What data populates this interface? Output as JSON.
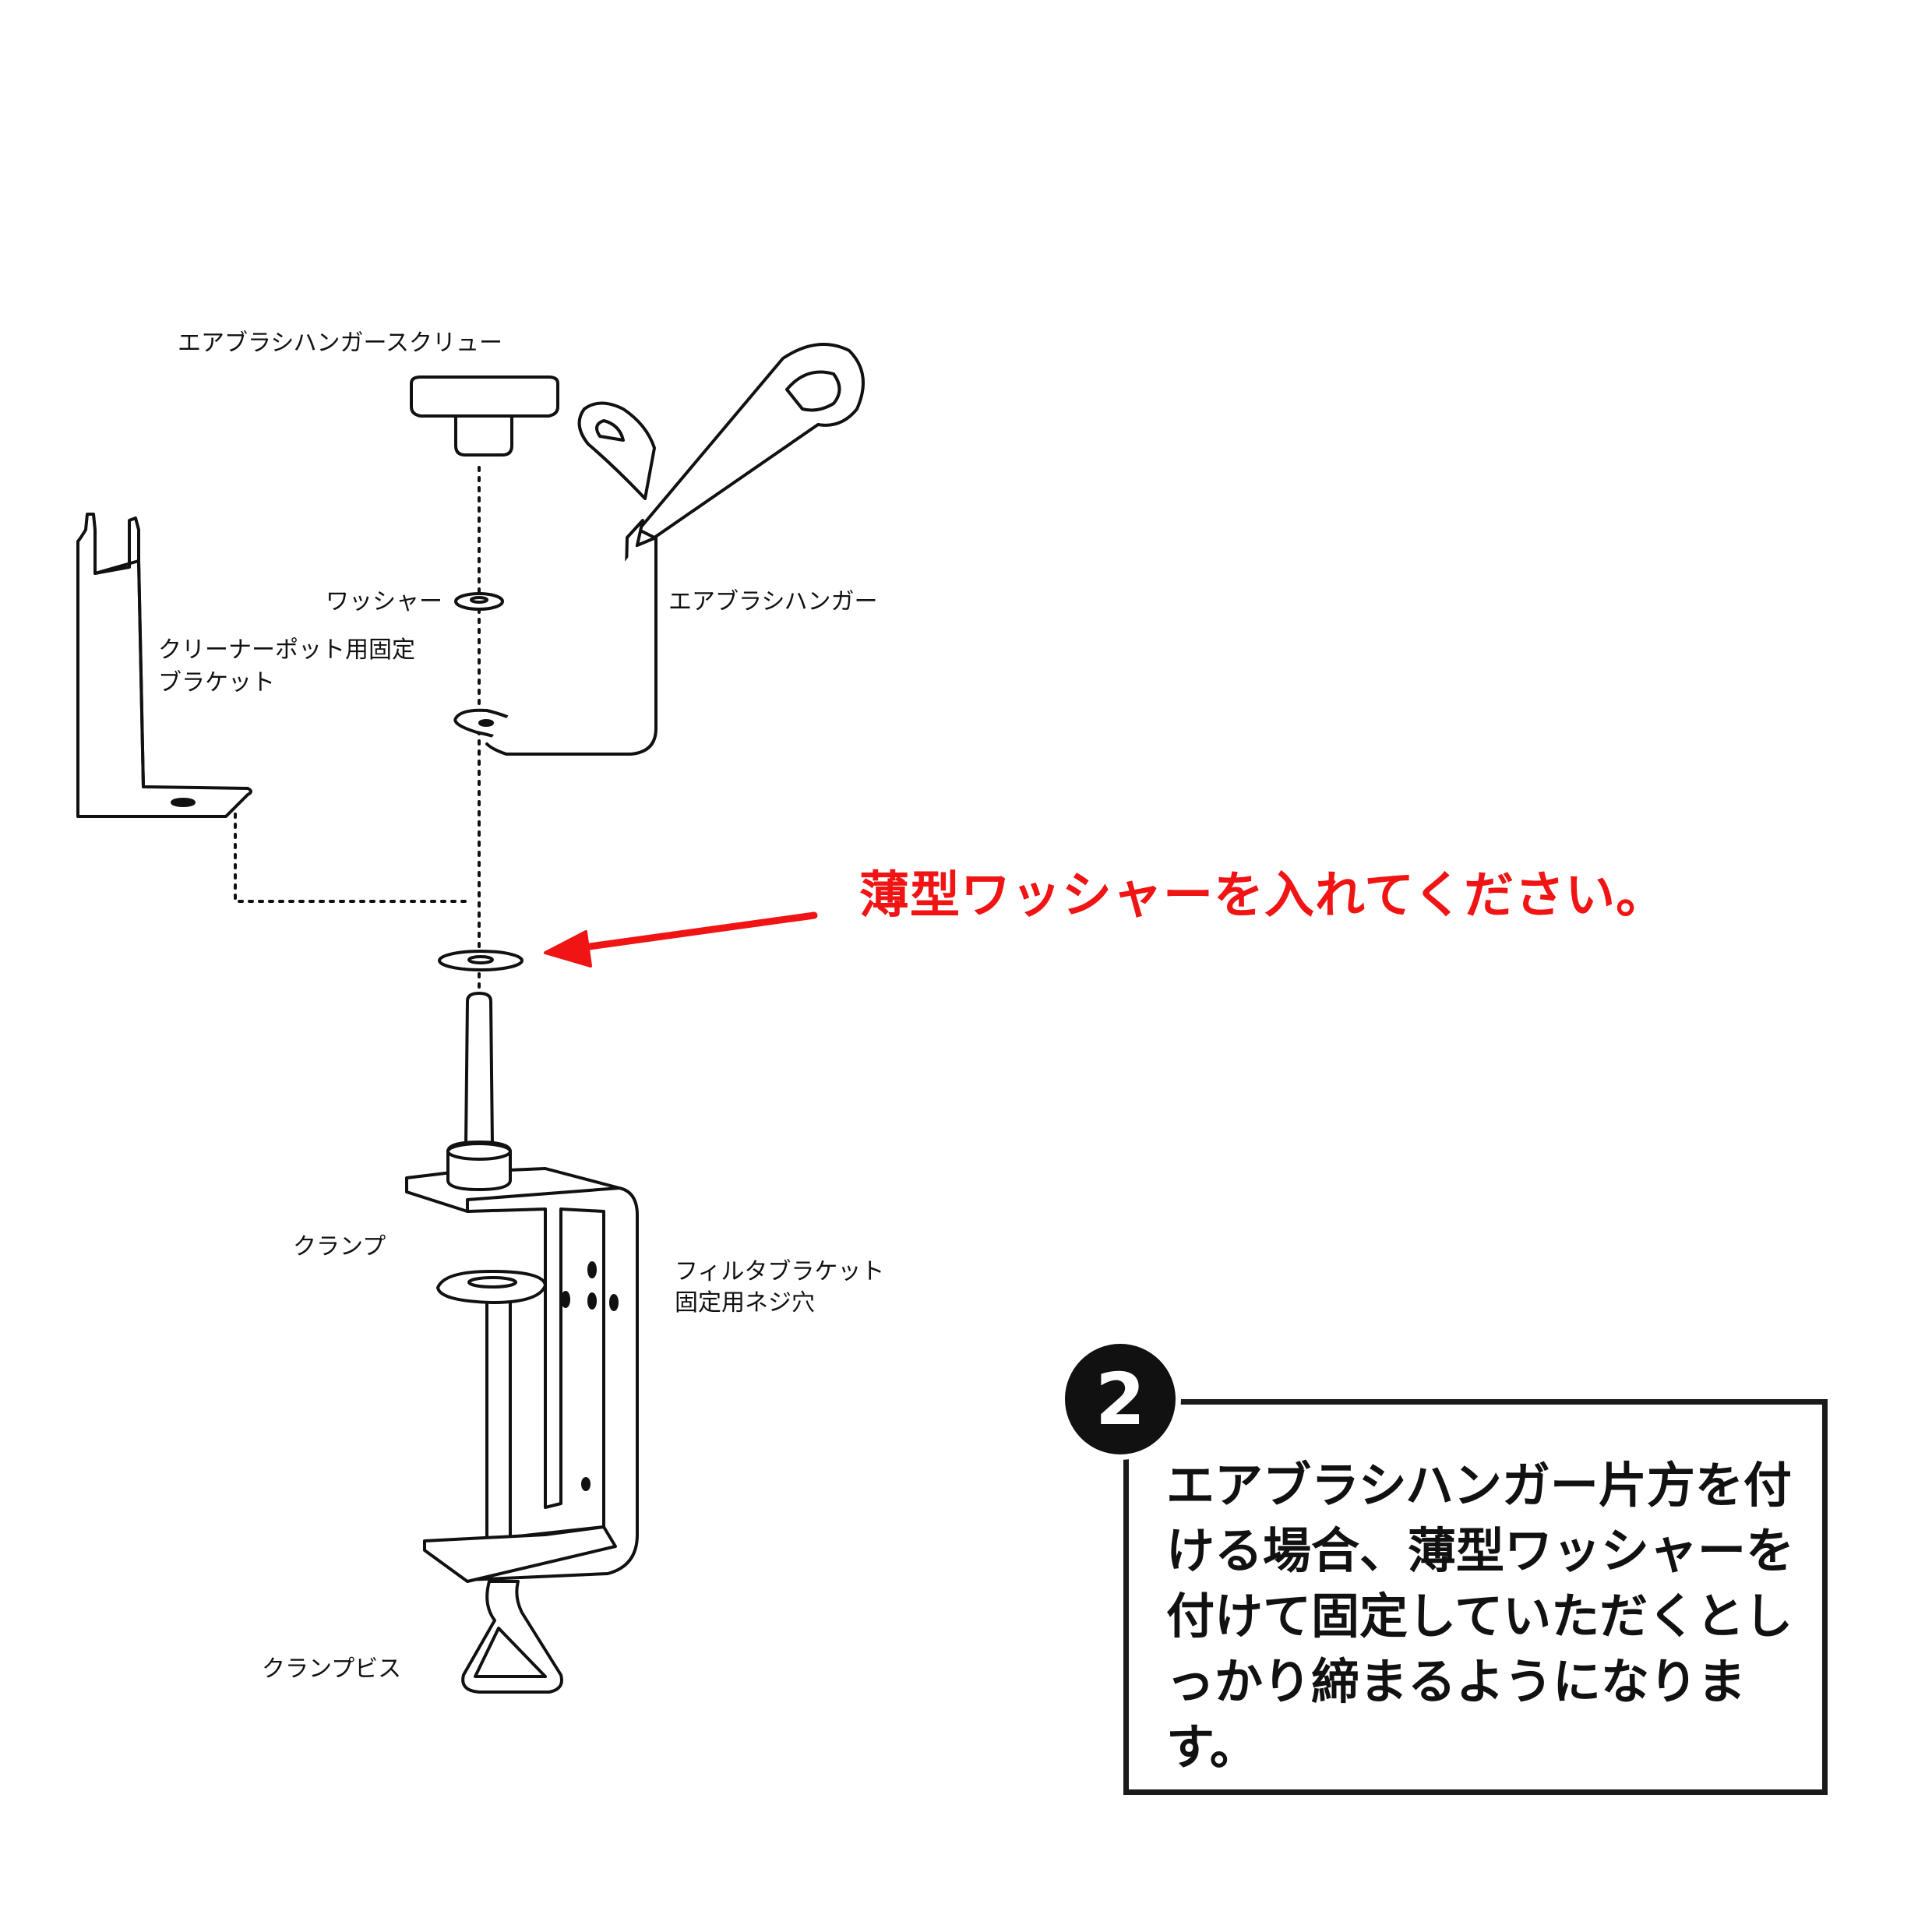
{
  "labels": {
    "screw": "エアブラシハンガースクリュー",
    "washer_top": "ワッシャー",
    "hanger": "エアブラシハンガー",
    "cleaner_bracket_line1": "クリーナーポット用固定",
    "cleaner_bracket_line2": "ブラケット",
    "clamp": "クランプ",
    "filter_bracket_line1": "フィルタブラケット",
    "filter_bracket_line2": "固定用ネジ穴",
    "clamp_screw": "クランプビス"
  },
  "callout": {
    "text": "薄型ワッシャーを入れてください。",
    "color": "#f01414"
  },
  "note": {
    "step_number": "2",
    "text": "エアブラシハンガー片方を付ける場合、薄型ワッシャーを付けて固定していただくとしっかり締まるようになります。"
  },
  "icons": [
    "arrow-icon"
  ]
}
